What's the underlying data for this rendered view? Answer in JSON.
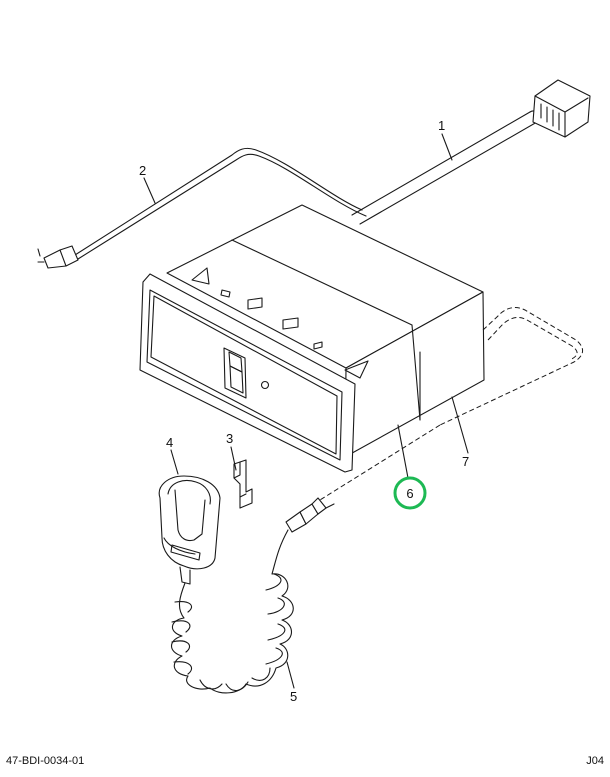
{
  "callouts": {
    "c1": "1",
    "c2": "2",
    "c3": "3",
    "c4": "4",
    "c5": "5",
    "c6": "6",
    "c7": "7"
  },
  "highlight_color": "#1db954",
  "footer": {
    "left": "47-BDI-0034-01",
    "right": "J04"
  }
}
